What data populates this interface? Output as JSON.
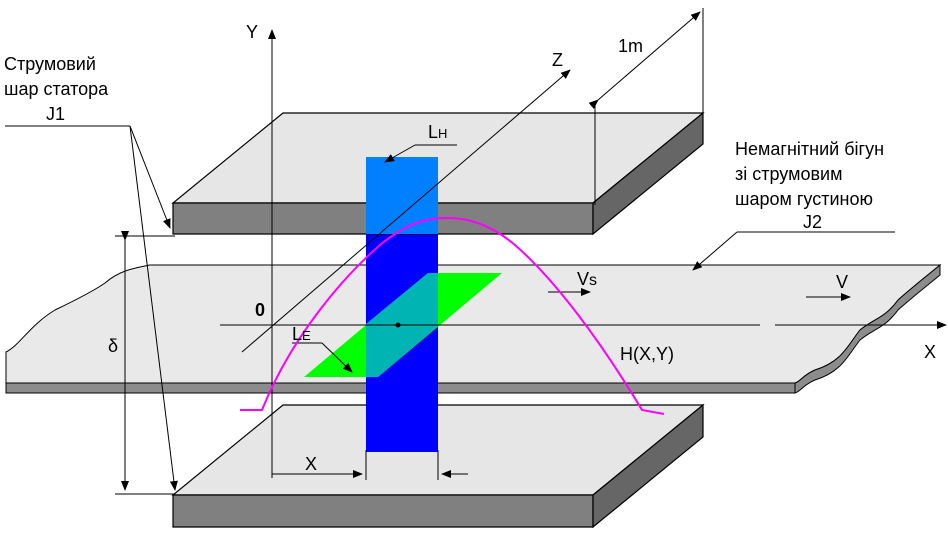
{
  "labels": {
    "axis_y": "Y",
    "axis_z": "Z",
    "axis_x": "X",
    "origin": "0",
    "width_1m": "1m",
    "stator_line1": "Струмовий",
    "stator_line2": "шар статора",
    "stator_line3": "J1",
    "runner_line1": "Немагнітний бігун",
    "runner_line2": "зі струмовим",
    "runner_line3": "шаром густиною",
    "runner_line4": "J2",
    "lh_main": "L",
    "lh_sub": "H",
    "le_main": "L",
    "le_sub": "E",
    "vs_main": "V",
    "vs_sub": "s",
    "v": "V",
    "field": "H(X,Y)",
    "gap": "δ",
    "x_dim": "X"
  },
  "colors": {
    "plate_top": "#e6e6e6",
    "plate_side": "#808080",
    "runner": "#e9e9e9",
    "blue_band": "#0000ff",
    "cyan_band": "#0080ff",
    "green": "#00ff00",
    "teal_overlap": "#00b4b4",
    "field_curve": "#ff00ff"
  }
}
